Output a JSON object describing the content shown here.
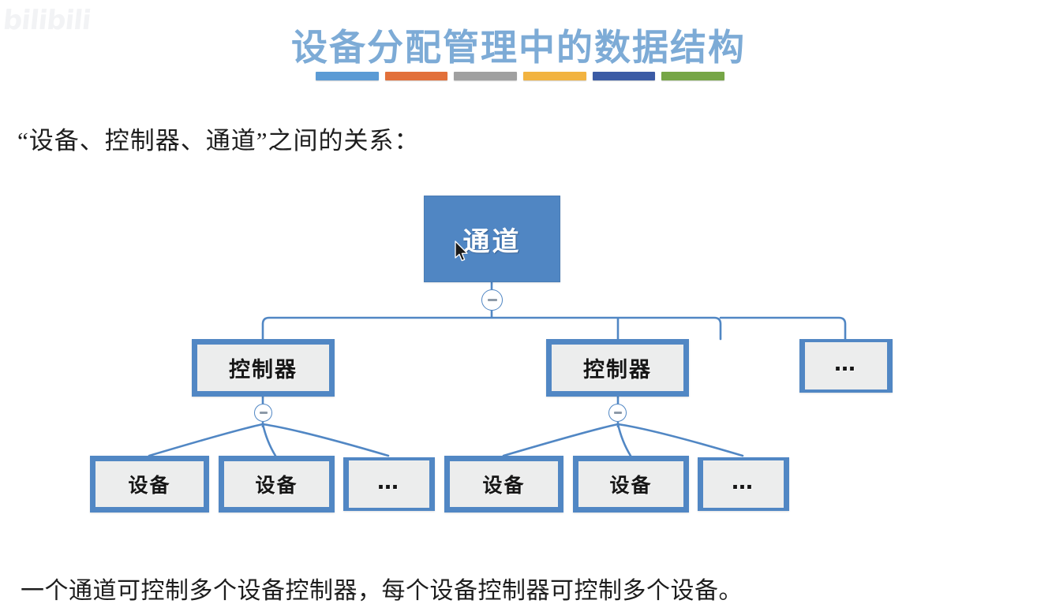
{
  "slide": {
    "watermark": "bilibili",
    "title": "设备分配管理中的数据结构",
    "subtitle": "“设备、控制器、通道”之间的关系：",
    "footnote": "一个通道可控制多个设备控制器，每个设备控制器可控制多个设备。"
  },
  "title_bars": [
    {
      "name": "bar-blue",
      "color": "#5b9bd5"
    },
    {
      "name": "bar-orange",
      "color": "#e2703a"
    },
    {
      "name": "bar-gray",
      "color": "#a0a0a0"
    },
    {
      "name": "bar-amber",
      "color": "#f2b340"
    },
    {
      "name": "bar-navy",
      "color": "#3b5ba5"
    },
    {
      "name": "bar-green",
      "color": "#73a councils"
    }
  ],
  "colors": {
    "accent_blue": "#5187c4",
    "node_fill": "#eceded",
    "root_fill": "#5086c3",
    "title_text": "#7dabd6",
    "body_text": "#1d1d1d"
  },
  "diagram": {
    "type": "tree",
    "root": {
      "label": "通道",
      "level": 1
    },
    "level2": [
      {
        "label": "控制器"
      },
      {
        "label": "控制器"
      },
      {
        "label": "…"
      }
    ],
    "level3": [
      {
        "label": "设备"
      },
      {
        "label": "设备"
      },
      {
        "label": "…"
      },
      {
        "label": "设备"
      },
      {
        "label": "设备"
      },
      {
        "label": "…"
      }
    ],
    "handles": [
      {
        "name": "collapse-root",
        "state": "expanded",
        "glyph": "−"
      },
      {
        "name": "collapse-controller-1",
        "state": "expanded",
        "glyph": "−"
      },
      {
        "name": "collapse-controller-2",
        "state": "expanded",
        "glyph": "−"
      }
    ]
  }
}
